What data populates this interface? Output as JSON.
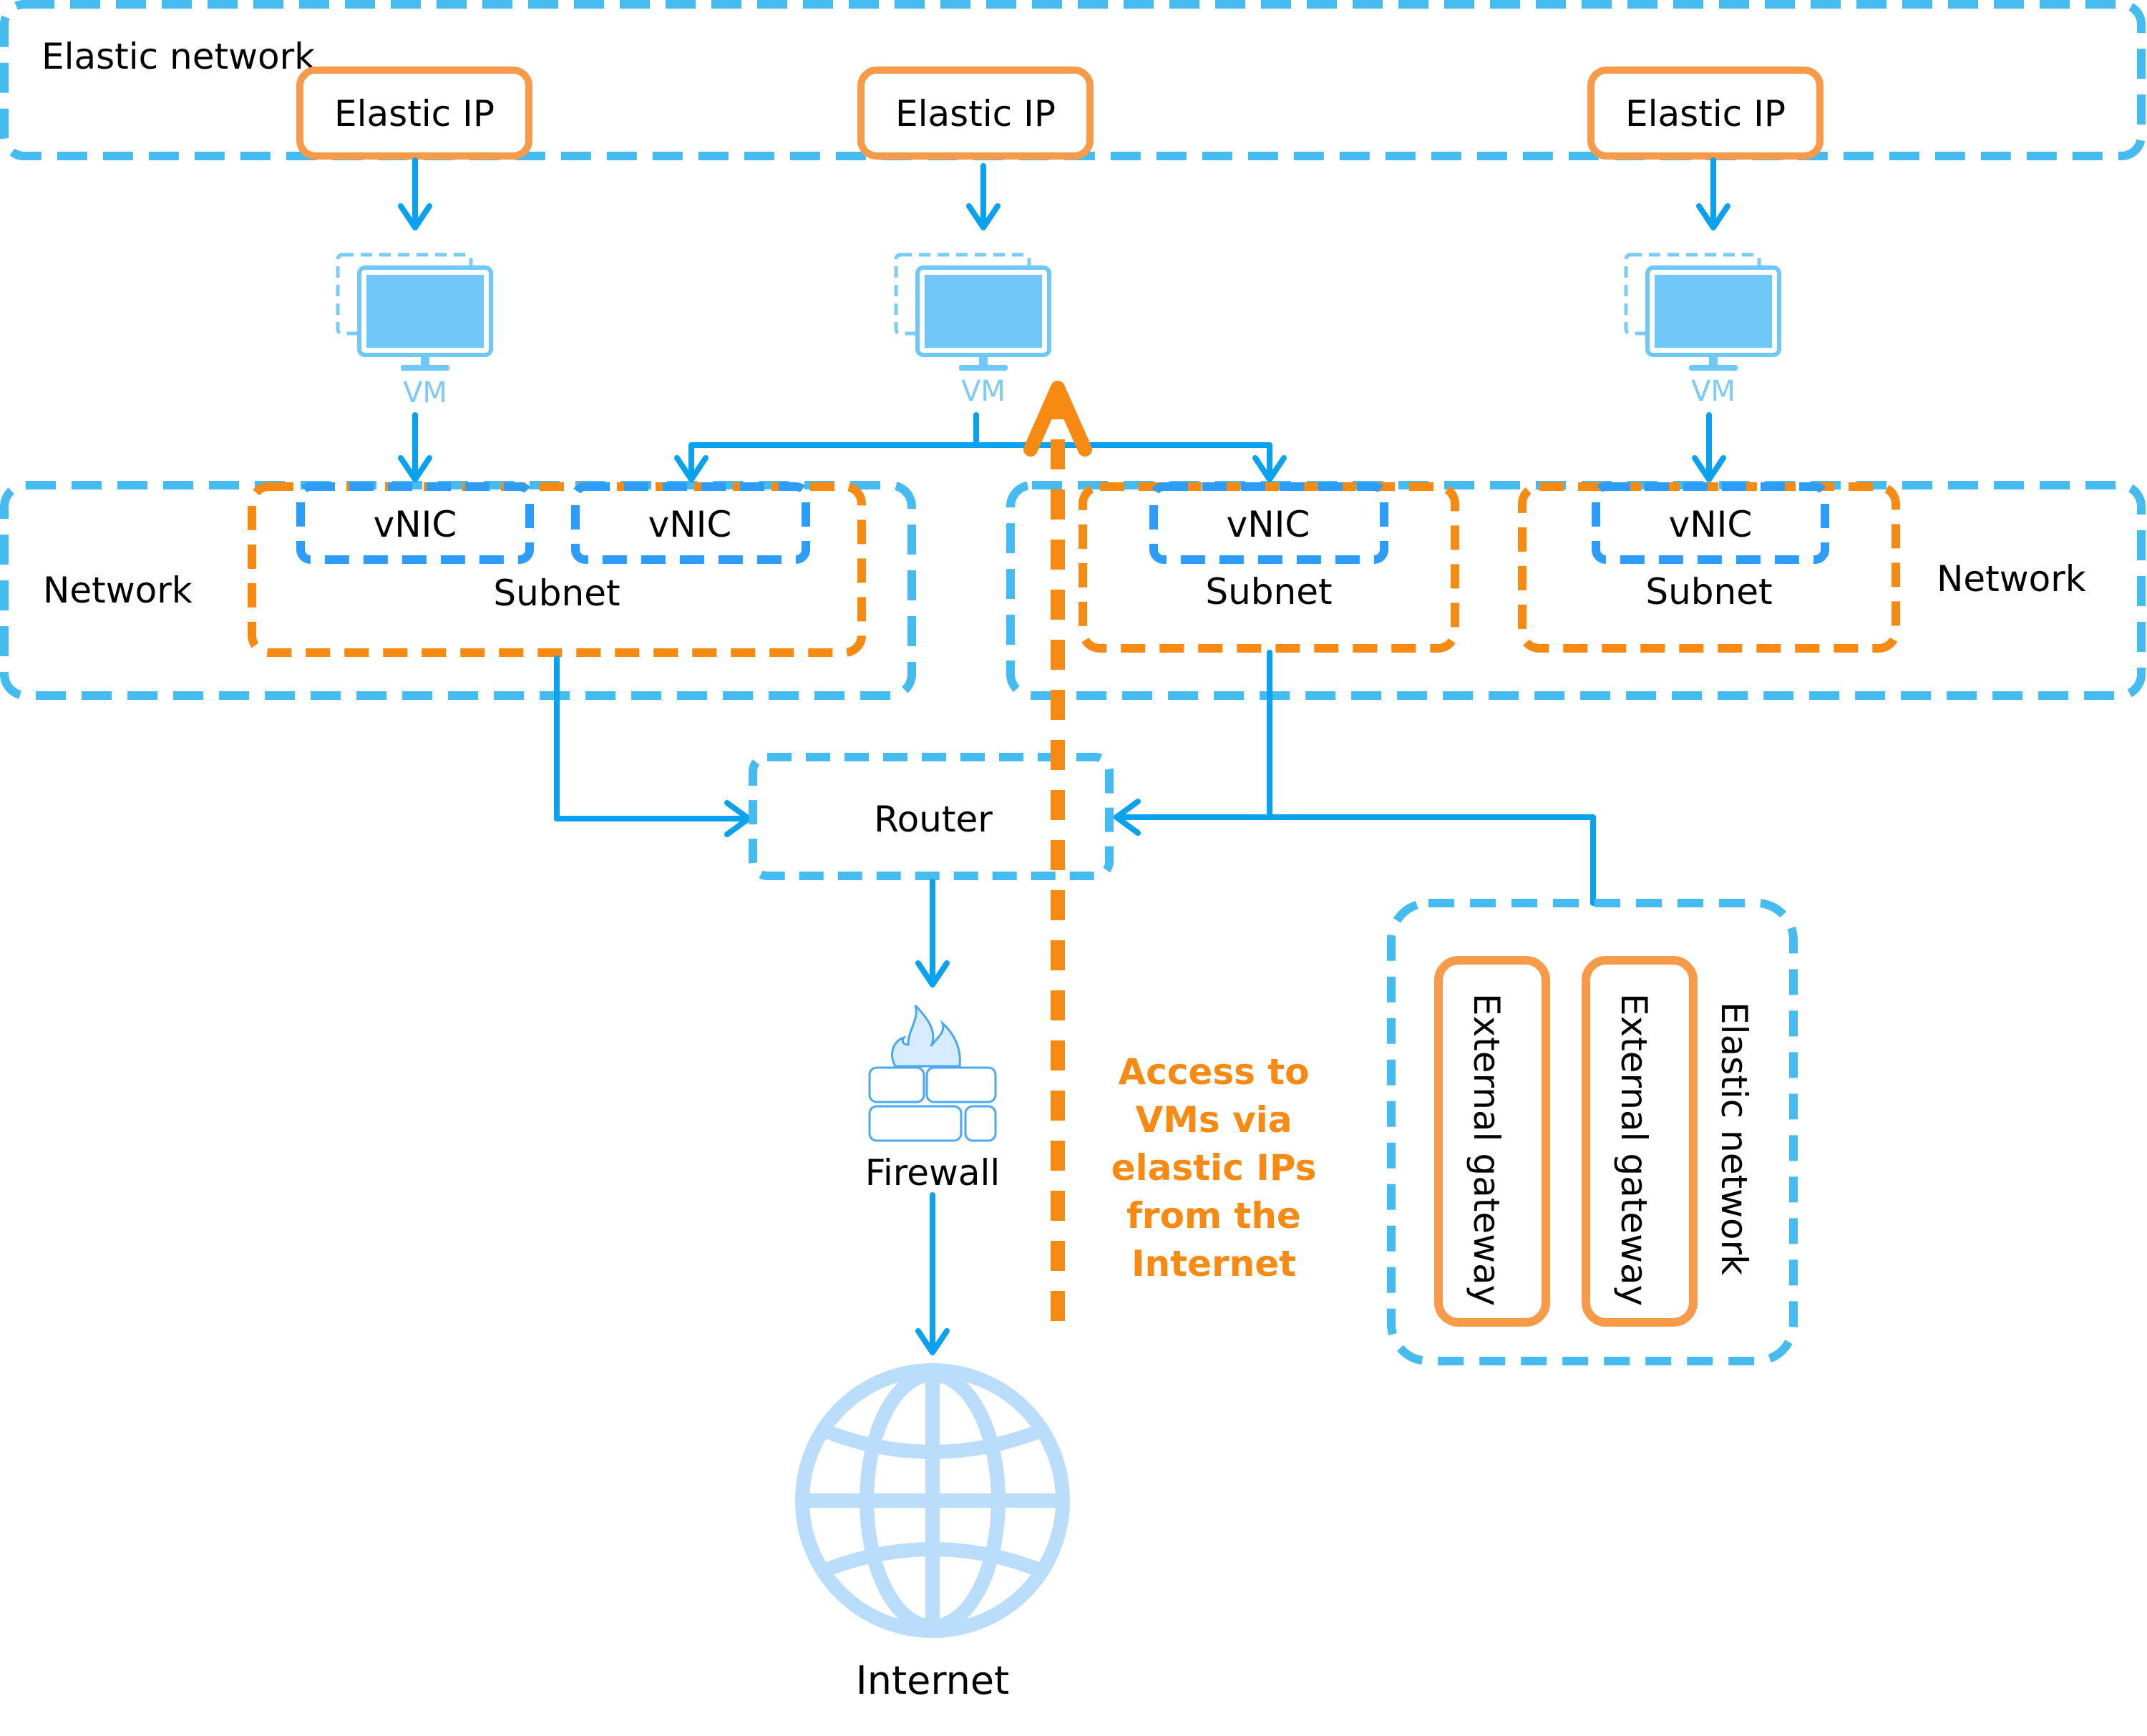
{
  "diagram": {
    "title": "Elastic network architecture",
    "colors": {
      "network_border": "#45bbef",
      "vnic_border": "#2e9cf9",
      "subnet_border": "#f68a12",
      "elastic_ip_border": "#f79a4a",
      "connector": "#0aa2ef",
      "annotation": "#f68a12",
      "vm_icon": "#6fc8f7",
      "globe": "#b9ddfb"
    },
    "elastic_network_top": {
      "label": "Elastic network",
      "elastic_ips": [
        {
          "label": "Elastic IP"
        },
        {
          "label": "Elastic IP"
        },
        {
          "label": "Elastic IP"
        }
      ]
    },
    "vms": [
      {
        "label": "VM",
        "icon": "vm-monitor-icon"
      },
      {
        "label": "VM",
        "icon": "vm-monitor-icon"
      },
      {
        "label": "VM",
        "icon": "vm-monitor-icon"
      }
    ],
    "networks": [
      {
        "label": "Network",
        "subnets": [
          {
            "label": "Subnet",
            "vnics": [
              {
                "label": "vNIC"
              },
              {
                "label": "vNIC"
              }
            ]
          }
        ]
      },
      {
        "label": "Network",
        "subnets": [
          {
            "label": "Subnet",
            "vnics": [
              {
                "label": "vNIC"
              }
            ]
          },
          {
            "label": "Subnet",
            "vnics": [
              {
                "label": "vNIC"
              }
            ]
          }
        ]
      }
    ],
    "router": {
      "label": "Router"
    },
    "firewall": {
      "label": "Firewall",
      "icon": "firewall-icon"
    },
    "internet": {
      "label": "Internet",
      "icon": "globe-icon"
    },
    "annotation": {
      "lines": [
        "Access to",
        "VMs via",
        "elastic IPs",
        "from the",
        "Internet"
      ]
    },
    "elastic_network_side": {
      "label": "Elastic network",
      "gateways": [
        {
          "label": "External gateway"
        },
        {
          "label": "External gateway"
        }
      ]
    }
  }
}
